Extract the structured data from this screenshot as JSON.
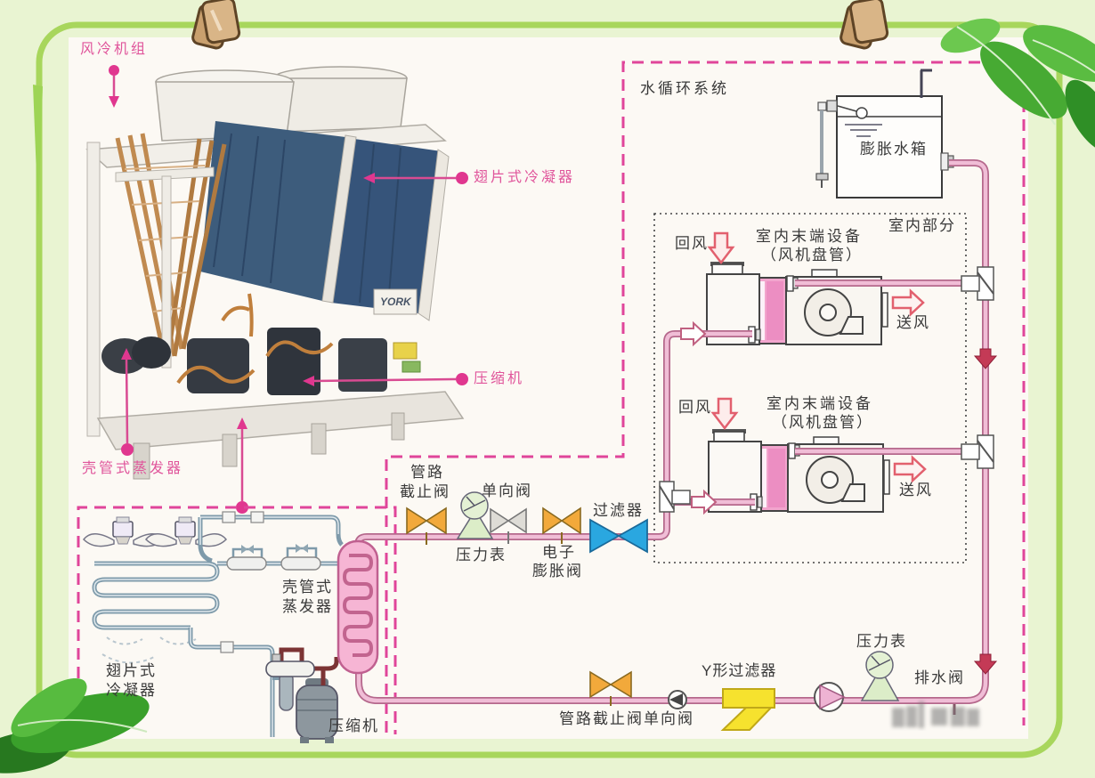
{
  "photo": {
    "label_unit": "风冷机组",
    "label_condenser": "翅片式冷凝器",
    "label_compressor": "压缩机",
    "label_evaporator": "壳管式蒸发器",
    "brand": "YORK"
  },
  "water_system": {
    "title": "水循环系统",
    "expansion_tank_label": "膨胀水箱",
    "indoor_section_label": "室内部分",
    "fan_coils": [
      {
        "return_air": "回风",
        "name": "室内末端设备",
        "subname": "（风机盘管）",
        "supply_air": "送风"
      },
      {
        "return_air": "回风",
        "name": "室内末端设备",
        "subname": "（风机盘管）",
        "supply_air": "送风"
      }
    ],
    "supply_line": {
      "stop_valve_l1": "管路",
      "stop_valve_l2": "截止阀",
      "pressure_gauge": "压力表",
      "check_valve": "单向阀",
      "expansion_valve_l1": "电子",
      "expansion_valve_l2": "膨胀阀",
      "filter": "过滤器"
    },
    "return_line": {
      "stop_check_valve": "管路截止阀单向阀",
      "y_strainer": "Y形过滤器",
      "pressure_gauge": "压力表",
      "drain_valve": "排水阀"
    }
  },
  "refrigeration_cycle": {
    "evaporator_l1": "壳管式",
    "evaporator_l2": "蒸发器",
    "condenser_l1": "翅片式",
    "condenser_l2": "冷凝器",
    "compressor": "压缩机"
  },
  "colors": {
    "accent_pink": "#e0559b",
    "pipe_pink": "#f0bdd6",
    "pipe_edge": "#b5688c",
    "valve_orange": "#f2a93b",
    "valve_gray": "#dedcd6",
    "filter_blue": "#2aa7e0",
    "strainer_yellow": "#f6e22e",
    "gauge_green": "#dcedc8",
    "flow_red": "#c43a56",
    "frame_green": "#a8d65c"
  }
}
